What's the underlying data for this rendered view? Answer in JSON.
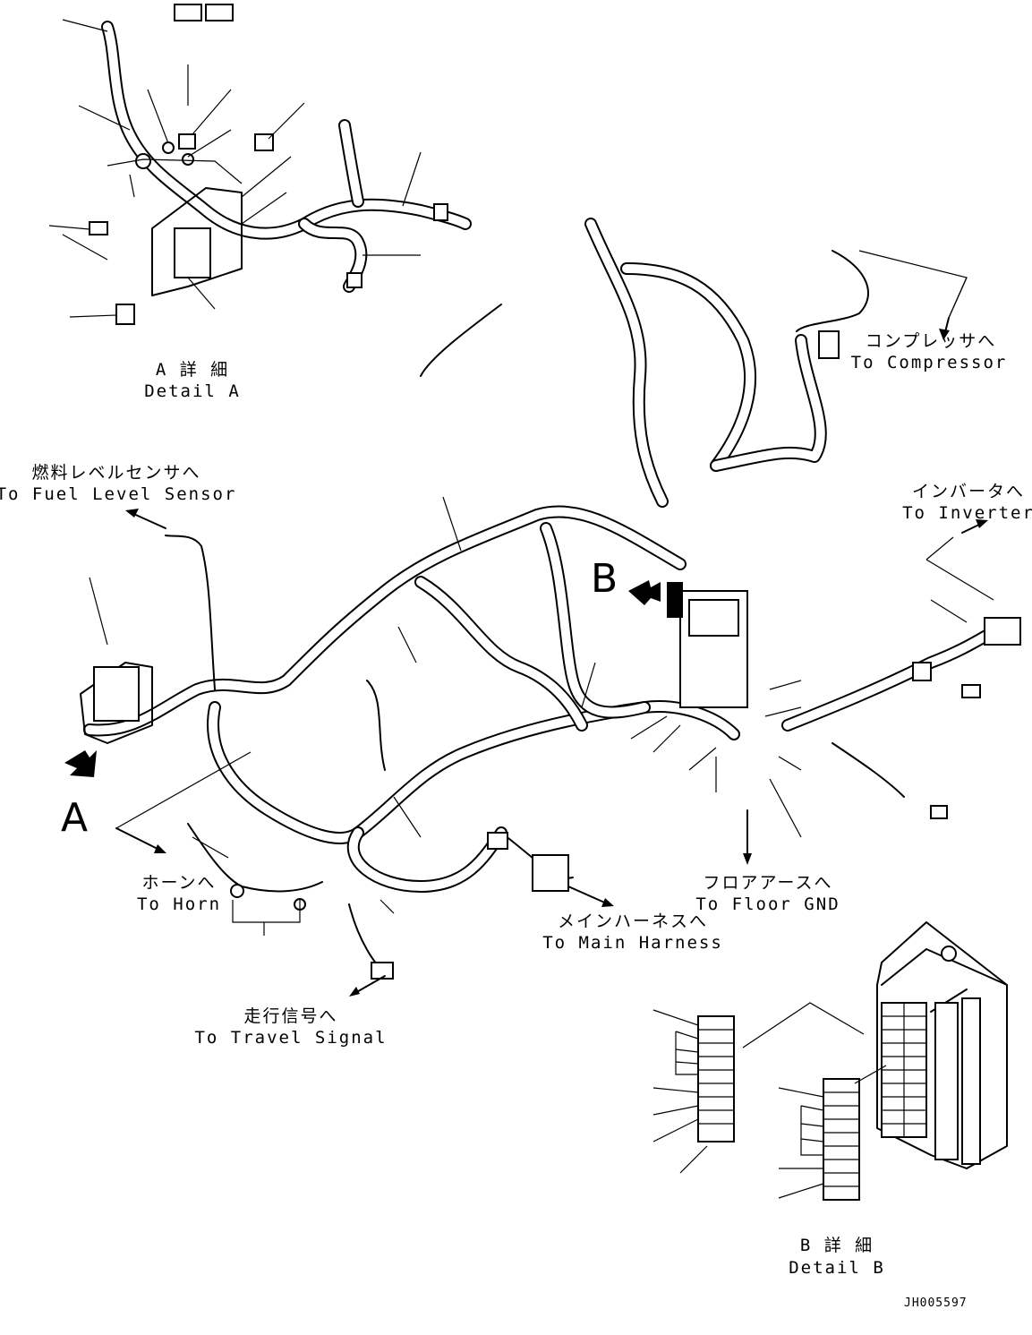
{
  "document": {
    "drawing_code": "JH005597",
    "view_markers": {
      "a": "A",
      "b": "B"
    }
  },
  "labels": {
    "detail_a": {
      "jp": "A 詳 細",
      "en": "Detail A"
    },
    "detail_b": {
      "jp": "B 詳 細",
      "en": "Detail B"
    },
    "fuel_level_sensor": {
      "jp": "燃料レベルセンサへ",
      "en": "To Fuel Level Sensor"
    },
    "compressor": {
      "jp": "コンプレッサへ",
      "en": "To Compressor"
    },
    "inverter": {
      "jp": "インバータへ",
      "en": "To Inverter"
    },
    "floor_gnd": {
      "jp": "フロアアースへ",
      "en": "To Floor GND"
    },
    "horn": {
      "jp": "ホーンへ",
      "en": "To Horn"
    },
    "main_harness": {
      "jp": "メインハーネスへ",
      "en": "To Main Harness"
    },
    "travel_signal": {
      "jp": "走行信号へ",
      "en": "To Travel Signal"
    }
  },
  "icons": {
    "view_arrow": "bold-arrow-icon",
    "fuse_box": "fuse-box-icon",
    "connector": "connector-icon"
  }
}
